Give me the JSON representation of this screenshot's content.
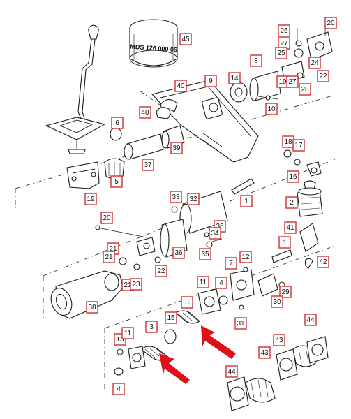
{
  "diagram": {
    "ring_marking": "MDS 126 000 06",
    "callouts": [
      "20",
      "26",
      "45",
      "27",
      "25",
      "24",
      "8",
      "22",
      "28",
      "19",
      "27",
      "9",
      "14",
      "40",
      "10",
      "40",
      "6",
      "39",
      "37",
      "18",
      "17",
      "16",
      "5",
      "19",
      "33",
      "32",
      "2",
      "1",
      "20",
      "36",
      "41",
      "36",
      "34",
      "21",
      "21",
      "22",
      "35",
      "12",
      "1",
      "42",
      "21",
      "23",
      "7",
      "29",
      "30",
      "38",
      "11",
      "4",
      "3",
      "31",
      "13",
      "11",
      "3",
      "15",
      "44",
      "43",
      "43",
      "44",
      "4"
    ],
    "arrow_color": "#e0101a"
  }
}
